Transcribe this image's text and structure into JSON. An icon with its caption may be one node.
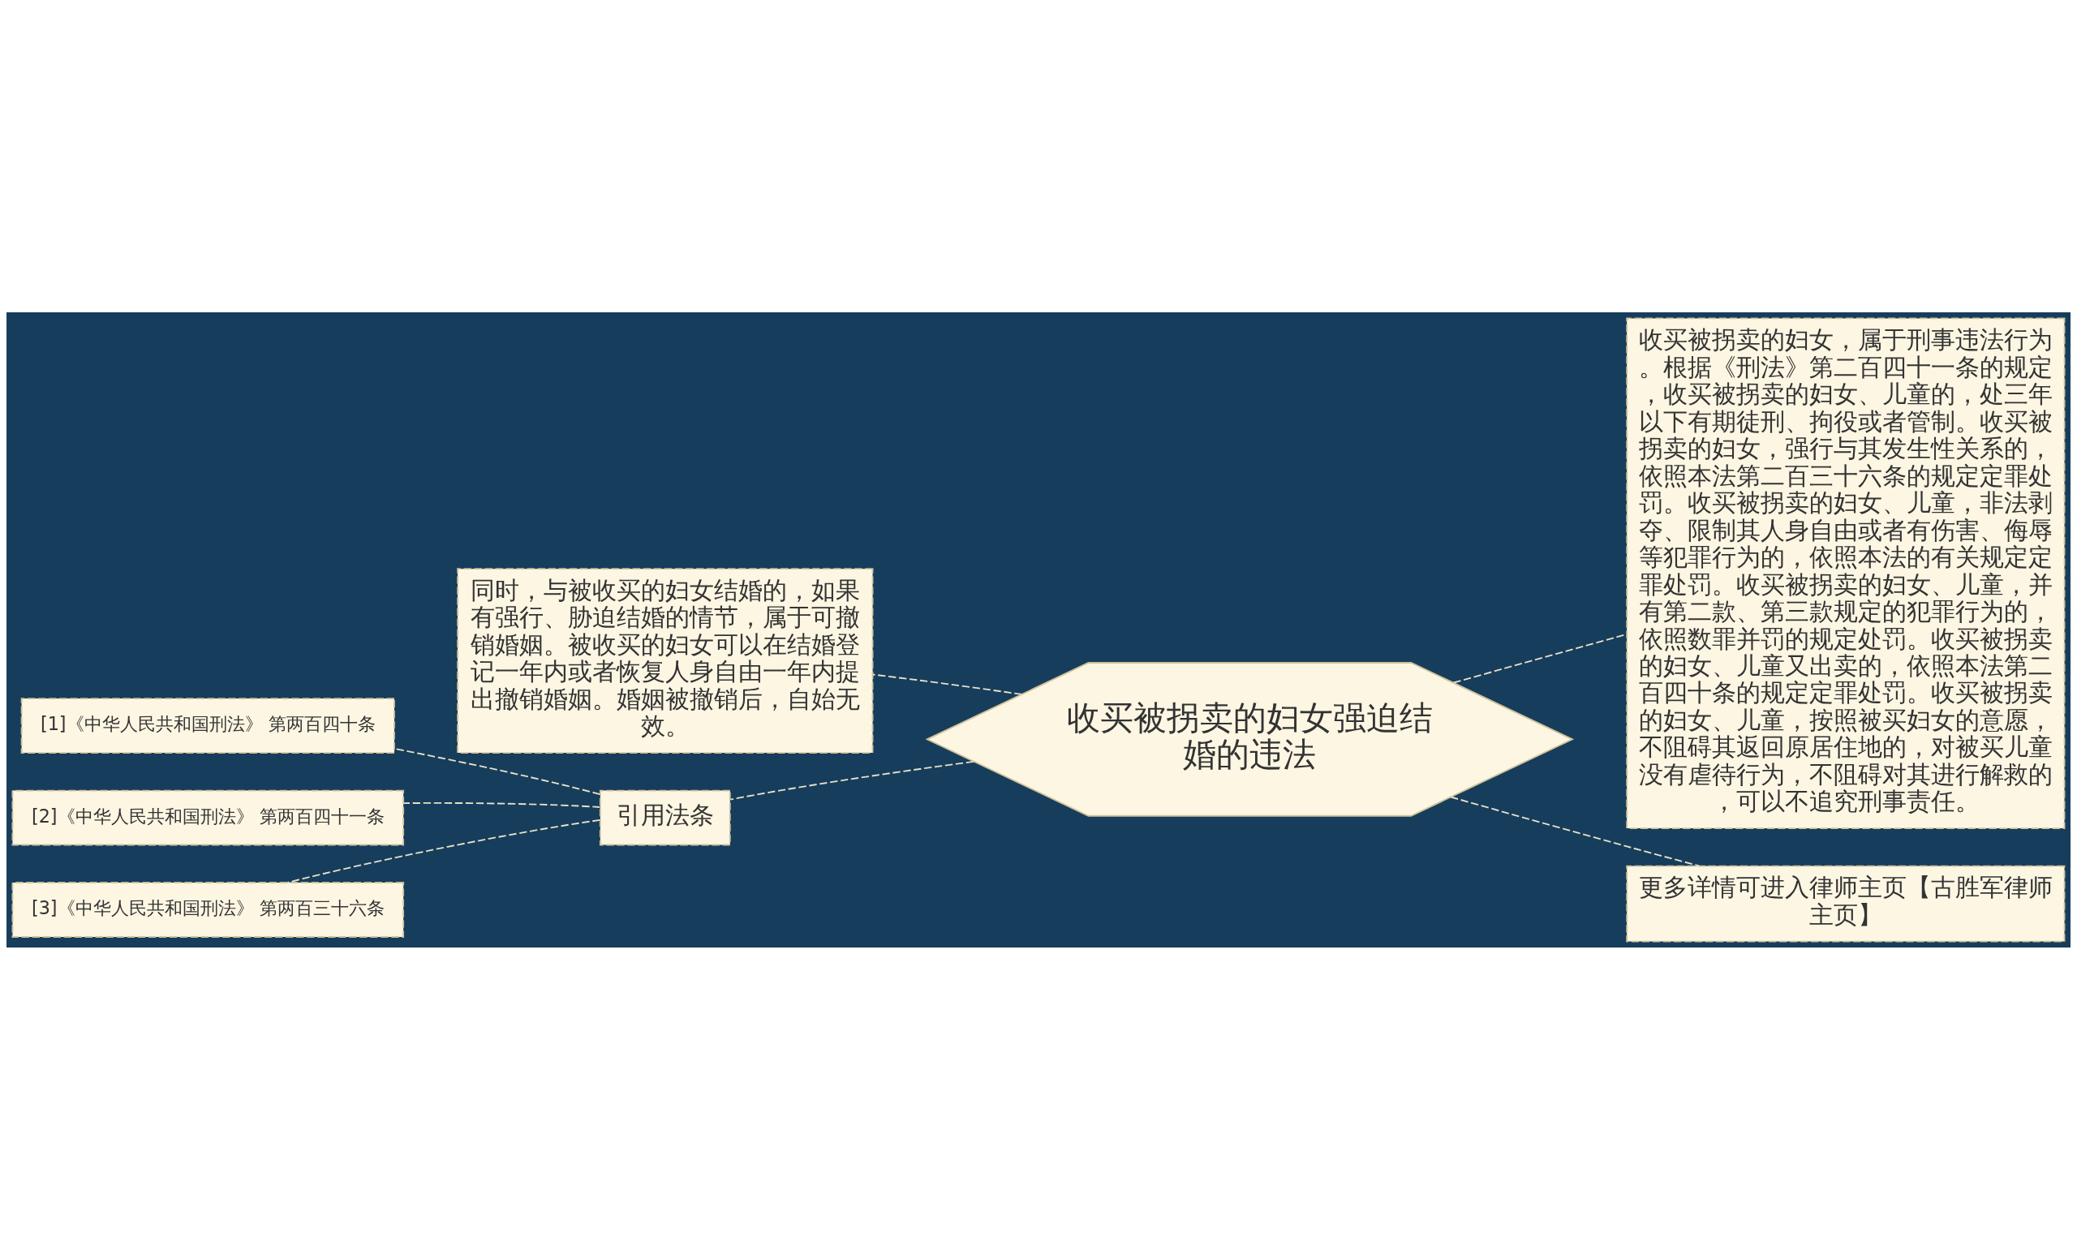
{
  "diagram": {
    "nodes": [
      {
        "text": [
          "收买被拐卖的妇女强迫结婚的违法"
        ]
      },
      {
        "text": [
          "同时，与被收买的妇女结婚的，如果有强行、胁迫结婚的情节，属于可撤销婚姻。被收买的妇女可以在结婚登记一年内或者恢复人身自由一年内提出撤销婚姻。婚姻被撤销后，自始无效。"
        ]
      },
      {
        "text": [
          "引用法条"
        ]
      },
      {
        "text": [
          "[1]《中华人民共和国刑法》 第两百四十条"
        ]
      },
      {
        "text": [
          "[2]《中华人民共和国刑法》 第两百四十一条"
        ]
      },
      {
        "text": [
          "[3]《中华人民共和国刑法》 第两百三十六条"
        ]
      },
      {
        "text": [
          "收买被拐卖的妇女，属于刑事违法行为。根据《刑法》第二百四十一条的规定，收买被拐卖的妇女、儿童的，处三年以下有期徒刑、拘役或者管制。收买被拐卖的妇女，强行与其发生性关系的，依照本法第二百三十六条的规定定罪处罚。收买被拐卖的妇女、儿童，非法剥夺、限制其人身自由或者有伤害、侮辱等犯罪行为的，依照本法的有关规定定罪处罚。收买被拐卖的妇女、儿童，并有第二款、第三款规定的犯罪行为的，依照数罪并罚的规定处罚。收买被拐卖的妇女、儿童又出卖的，依照本法第二百四十条的规定定罪处罚。收买被拐卖的妇女、儿童，按照被买妇女的意愿，不阻碍其返回原居住地的，对被买儿童没有虐待行为，不阻碍对其进行解救的，可以不追究刑事责任。"
        ]
      },
      {
        "text": [
          "更多详情可进入律师主页【古胜军律师主页】"
        ]
      }
    ],
    "edges": [
      {
        "from": 0,
        "to": 1,
        "arrow": "none",
        "style": "dashed"
      },
      {
        "from": 0,
        "to": 2,
        "arrow": "none",
        "style": "dashed"
      },
      {
        "from": 2,
        "to": 3,
        "arrow": "none",
        "style": "dashed"
      },
      {
        "from": 2,
        "to": 4,
        "arrow": "none",
        "style": "dashed"
      },
      {
        "from": 2,
        "to": 5,
        "arrow": "none",
        "style": "dashed"
      },
      {
        "from": 0,
        "to": 6,
        "arrow": "none",
        "style": "dashed"
      },
      {
        "from": 0,
        "to": 7,
        "arrow": "none",
        "style": "dashed"
      }
    ]
  }
}
